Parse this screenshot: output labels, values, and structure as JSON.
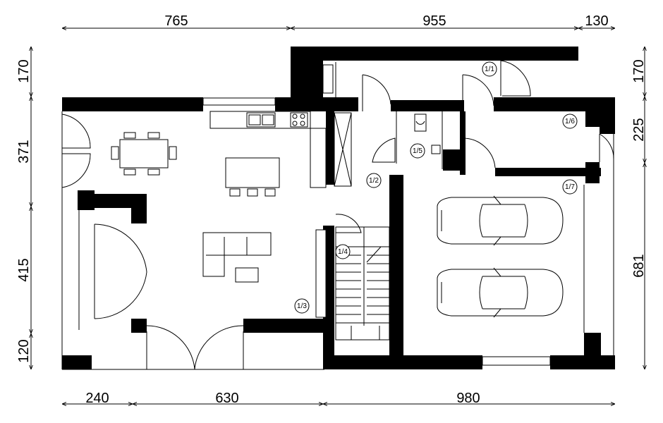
{
  "dimensions": {
    "top": [
      "765",
      "955",
      "130"
    ],
    "bottom": [
      "240",
      "630",
      "980"
    ],
    "left": [
      "170",
      "371",
      "415",
      "120"
    ],
    "right": [
      "170",
      "225",
      "681"
    ]
  },
  "rooms": [
    "1/1",
    "1/2",
    "1/3",
    "1/4",
    "1/5",
    "1/6",
    "1/7"
  ]
}
